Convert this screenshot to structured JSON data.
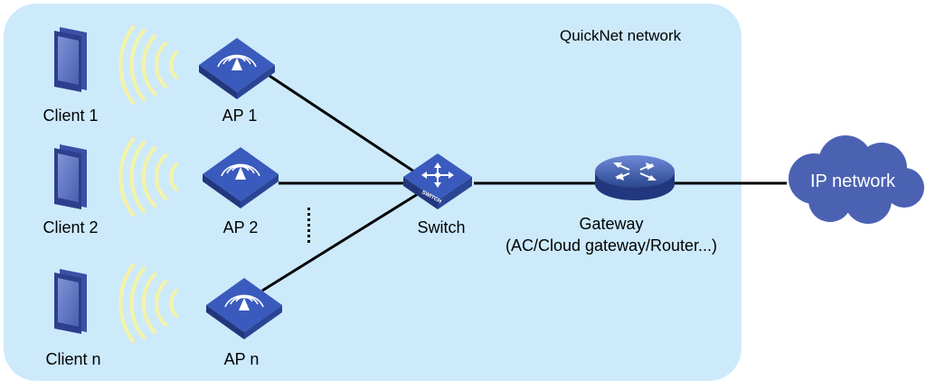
{
  "zone": {
    "label": "QuickNet network"
  },
  "clients": [
    {
      "label": "Client 1"
    },
    {
      "label": "Client 2"
    },
    {
      "label": "Client n"
    }
  ],
  "aps": [
    {
      "label": "AP 1"
    },
    {
      "label": "AP 2"
    },
    {
      "label": "AP n"
    }
  ],
  "switch": {
    "label": "Switch",
    "device_text": "SWITCH"
  },
  "gateway": {
    "label": "Gateway",
    "sublabel": "(AC/Cloud gateway/Router...)"
  },
  "internet": {
    "label": "IP network"
  },
  "colors": {
    "zone_fill": "#cdeafb",
    "device_blue": "#2d4aa3",
    "device_top": "#3a5bbd",
    "cloud": "#4b62b3",
    "wifi_waves": "#f4f3a6",
    "client_frame": "#3b4fa6",
    "link": "#000000"
  }
}
